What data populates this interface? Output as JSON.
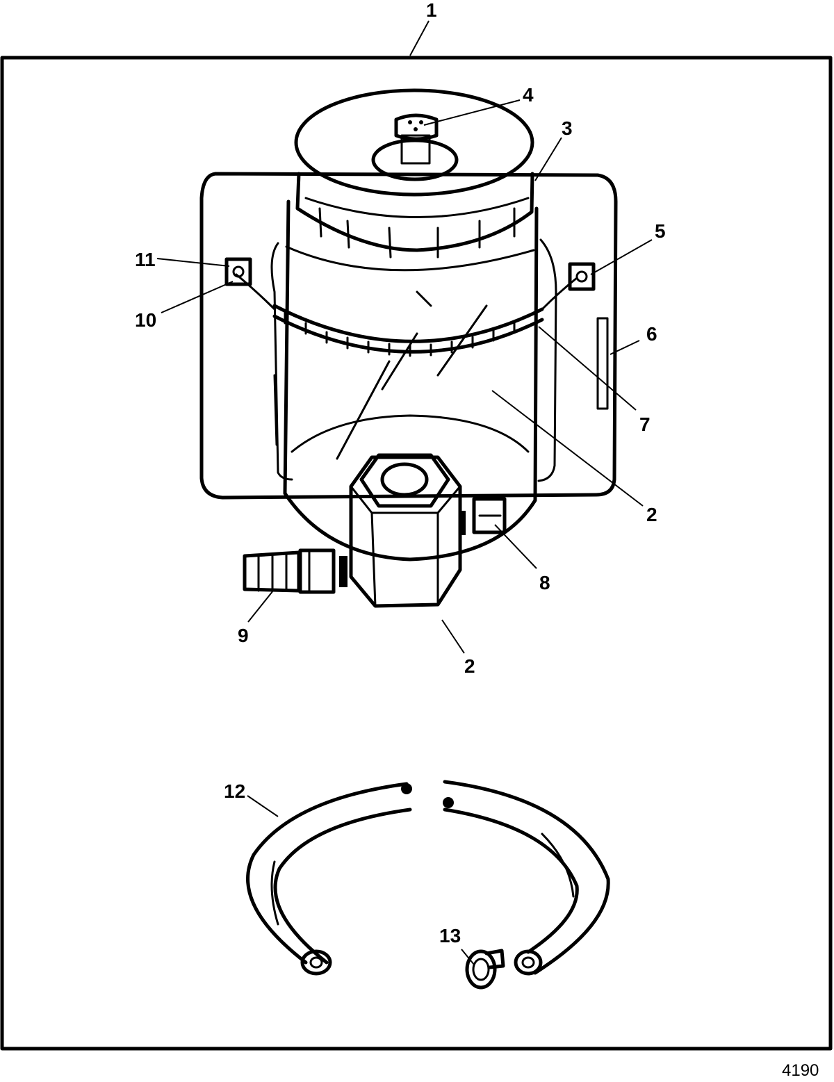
{
  "figure_number": "4190",
  "callouts": [
    {
      "id": "c1",
      "text": "1"
    },
    {
      "id": "c2a",
      "text": "2"
    },
    {
      "id": "c2b",
      "text": "2"
    },
    {
      "id": "c3",
      "text": "3"
    },
    {
      "id": "c4",
      "text": "4"
    },
    {
      "id": "c5",
      "text": "5"
    },
    {
      "id": "c6",
      "text": "6"
    },
    {
      "id": "c7",
      "text": "7"
    },
    {
      "id": "c8",
      "text": "8"
    },
    {
      "id": "c9",
      "text": "9"
    },
    {
      "id": "c10",
      "text": "10"
    },
    {
      "id": "c11",
      "text": "11"
    },
    {
      "id": "c12",
      "text": "12"
    },
    {
      "id": "c13",
      "text": "13"
    }
  ]
}
